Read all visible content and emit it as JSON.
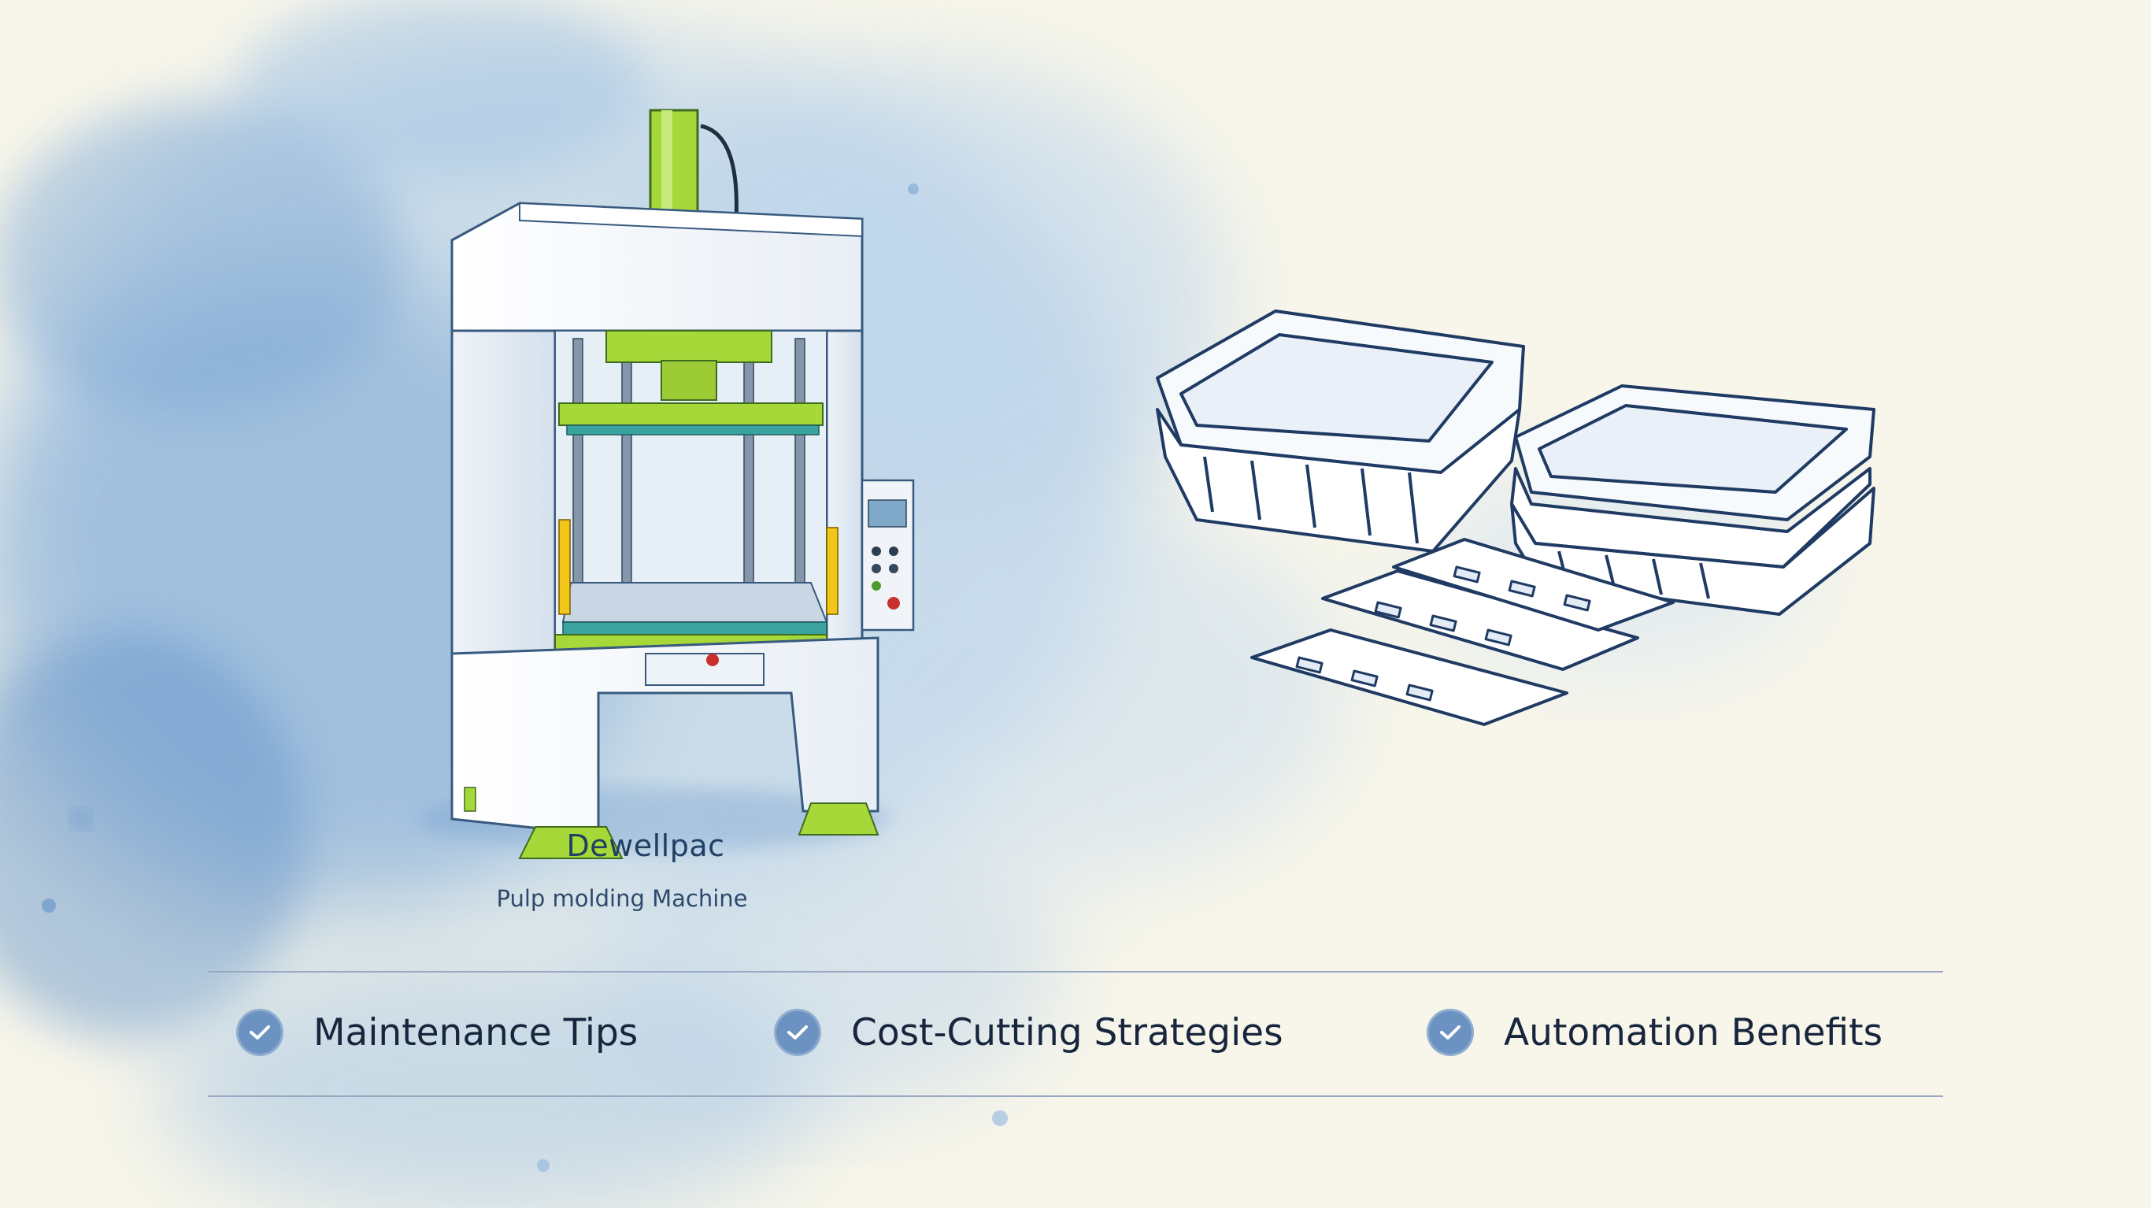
{
  "machine_caption": {
    "brand": "Dewellpac",
    "subtitle": "Pulp molding Machine"
  },
  "benefits": [
    {
      "label": "Maintenance Tips",
      "icon": "check-circle-icon"
    },
    {
      "label": "Cost-Cutting Strategies",
      "icon": "check-circle-icon"
    },
    {
      "label": "Automation Benefits",
      "icon": "check-circle-icon"
    }
  ],
  "colors": {
    "paper": "#f8f6ea",
    "watercolor_blue": "#7aa6d4",
    "machine_green": "#a6d83a",
    "check_badge": "#6b92c1",
    "text_dark": "#17253d",
    "divider": "#9aa9c2"
  }
}
